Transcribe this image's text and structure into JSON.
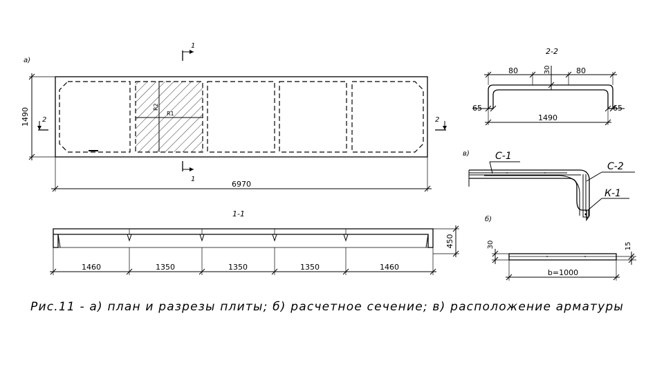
{
  "plan": {
    "label": "а)",
    "section_mark": "1",
    "section_mark_bottom": "1",
    "side_mark_left": "2",
    "side_mark_right": "2",
    "width_dim": "1490",
    "length_dim": "6970",
    "radius_1": "R1",
    "radius_2": "R2"
  },
  "section_22": {
    "title": "2-2",
    "dim_left_top": "80",
    "dim_center": "30",
    "dim_right_top": "80",
    "dim_left_side": "65",
    "dim_right_side": "65",
    "dim_width": "1490"
  },
  "section_11": {
    "title": "1-1",
    "dim_height": "450",
    "spans": [
      "1460",
      "1350",
      "1350",
      "1350",
      "1460"
    ]
  },
  "reinforcement": {
    "label": "в)",
    "c1": "С-1",
    "c2": "С-2",
    "k1": "К-1"
  },
  "design_section": {
    "label": "б)",
    "dim_left": "30",
    "dim_right": "15",
    "dim_width": "b=1000"
  },
  "caption": "Рис.11 - а) план и разрезы плиты; б) расчетное сечение; в) расположение арматуры"
}
